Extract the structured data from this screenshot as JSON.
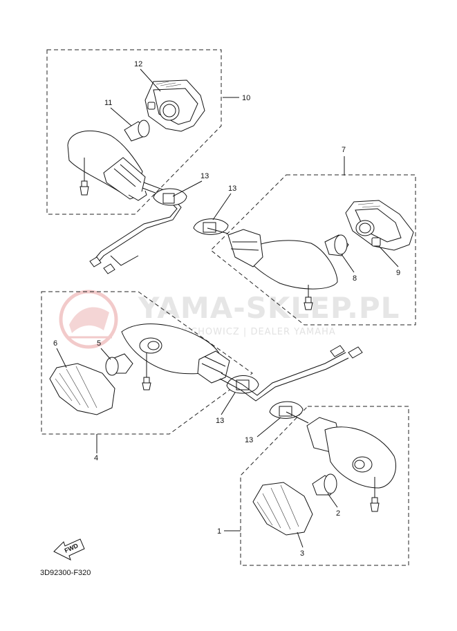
{
  "watermark": {
    "title": "YAMA-SKLEP.PL",
    "subtitle": "WOJCIECHOWICZ | DEALER YAMAHA",
    "logo_color": "#e8a0a0"
  },
  "fwd_label": "FWD",
  "diagram_code": "3D92300-F320",
  "callouts": {
    "c1": "1",
    "c2": "2",
    "c3": "3",
    "c4": "4",
    "c5": "5",
    "c6": "6",
    "c7": "7",
    "c8": "8",
    "c9": "9",
    "c10": "10",
    "c11": "11",
    "c12": "12",
    "c13a": "13",
    "c13b": "13",
    "c13c": "13",
    "c13d": "13"
  }
}
